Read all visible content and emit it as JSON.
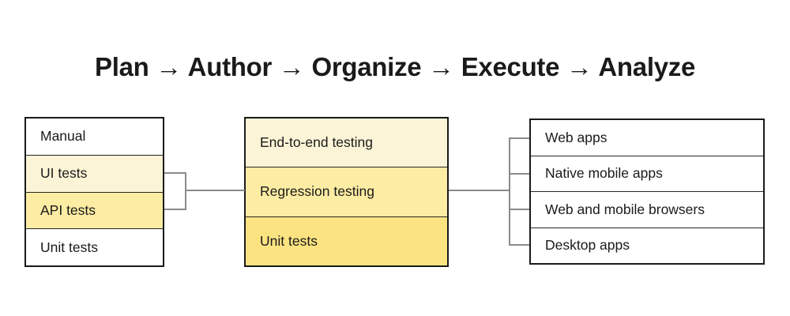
{
  "title": "Plan → Author → Organize → Execute → Analyze",
  "palette": {
    "tint_light": "#FCF4D6",
    "tint_medium": "#FDECA3",
    "tint_dark": "#FBE382",
    "tint_white": "#FFFFFF",
    "box_border": "#1A1A1A",
    "connector": "#8A8A8A",
    "text": "#1A1A1A"
  },
  "boxes": {
    "left": {
      "rows": [
        {
          "label": "Manual",
          "tint": "white"
        },
        {
          "label": "UI tests",
          "tint": "light"
        },
        {
          "label": "API tests",
          "tint": "medium"
        },
        {
          "label": "Unit tests",
          "tint": "white"
        }
      ]
    },
    "middle": {
      "rows": [
        {
          "label": "End-to-end testing",
          "tint": "light"
        },
        {
          "label": "Regression testing",
          "tint": "medium"
        },
        {
          "label": "Unit tests",
          "tint": "dark"
        }
      ]
    },
    "right": {
      "rows": [
        {
          "label": "Web apps",
          "tint": "white"
        },
        {
          "label": "Native mobile apps",
          "tint": "white"
        },
        {
          "label": "Web and mobile browsers",
          "tint": "white"
        },
        {
          "label": "Desktop apps",
          "tint": "white"
        }
      ]
    }
  }
}
